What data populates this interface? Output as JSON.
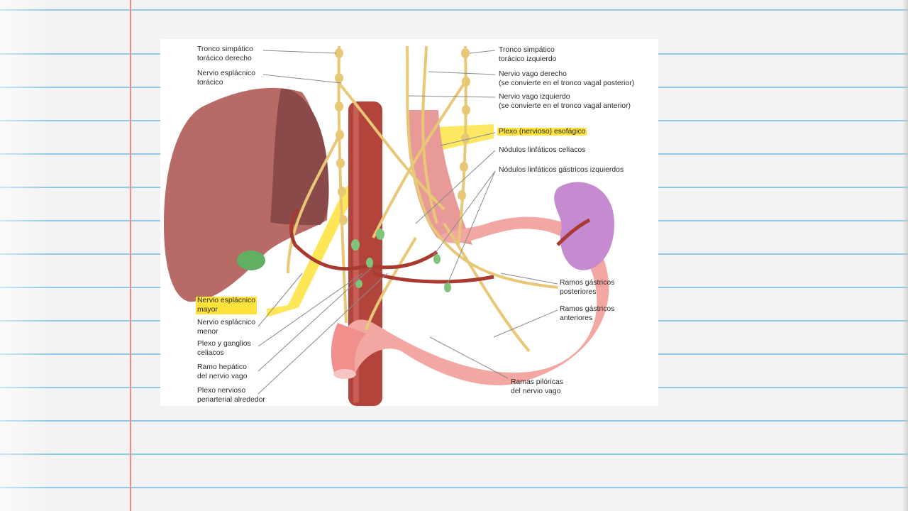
{
  "labels": {
    "tronco_simpatico_derecho": "Tronco simpático\ntorácico derecho",
    "nervio_esplacnico_toracico": "Nervio esplácnico\ntorácico",
    "tronco_simpatico_izquierdo": "Tronco simpático\ntorácico izquierdo",
    "nervio_vago_derecho": "Nervio vago derecho\n(se convierte en el tronco vagal posterior)",
    "nervio_vago_izquierdo": "Nervio vago izquierdo\n(se convierte en el tronco vagal anterior)",
    "plexo_esofagico": "Plexo (nervioso) esofágico",
    "nodulos_celiacos": "Nódulos linfáticos celíacos",
    "nodulos_gastricos_izquierdos": "Nódulos linfáticos gástricos izquierdos",
    "nervio_esplacnico_mayor": "Nervio esplácnico\nmayor",
    "nervio_esplacnico_menor": "Nervio esplácnico\nmenor",
    "plexo_ganglios_celiacos": "Plexo y ganglios\nceliacos",
    "ramo_hepatico": "Ramo hepático\ndel nervio vago",
    "plexo_periarterial": "Plexo nervioso\nperiarterial alrededor",
    "ramos_gastricos_posteriores": "Ramos gástricos\nposteriores",
    "ramos_gastricos_anteriores": "Ramos gástricos\nanteriores",
    "ramas_piloricas": "Ramas pilóricas\ndel nervio vago"
  },
  "colors": {
    "highlight": "#ffe23a",
    "nerve": "#e8c877",
    "artery": "#b2443c",
    "liver": "#b86a66",
    "stomach": "#f2a7a3",
    "spleen": "#c58ad0",
    "lymph_node": "#7fc47a",
    "margin_line": "#f08b86",
    "rule_line": "#8fc9e6"
  }
}
